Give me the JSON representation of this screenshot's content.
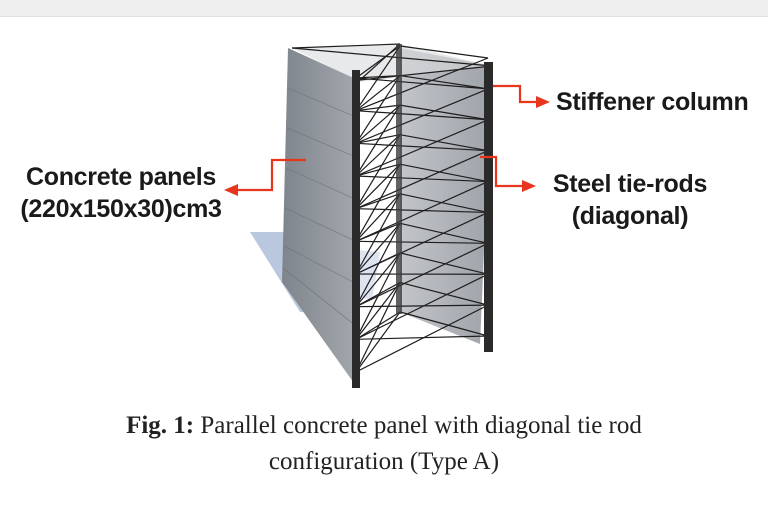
{
  "labels": {
    "stiffener": "Stiffener column",
    "panels_line1": "Concrete panels",
    "panels_line2": "(220x150x30)cm3",
    "tierods_line1": "Steel tie-rods",
    "tierods_line2": "(diagonal)"
  },
  "caption": {
    "fig_label": "Fig. 1:",
    "line1_text": " Parallel concrete panel with diagonal tie rod",
    "line2_text": "configuration (Type A)"
  },
  "colors": {
    "arrow": "#e8361e",
    "panel_front": "#8f949b",
    "panel_back": "#b6b9bd",
    "column": "#2a2a2a",
    "rod": "#1e1e1e"
  }
}
